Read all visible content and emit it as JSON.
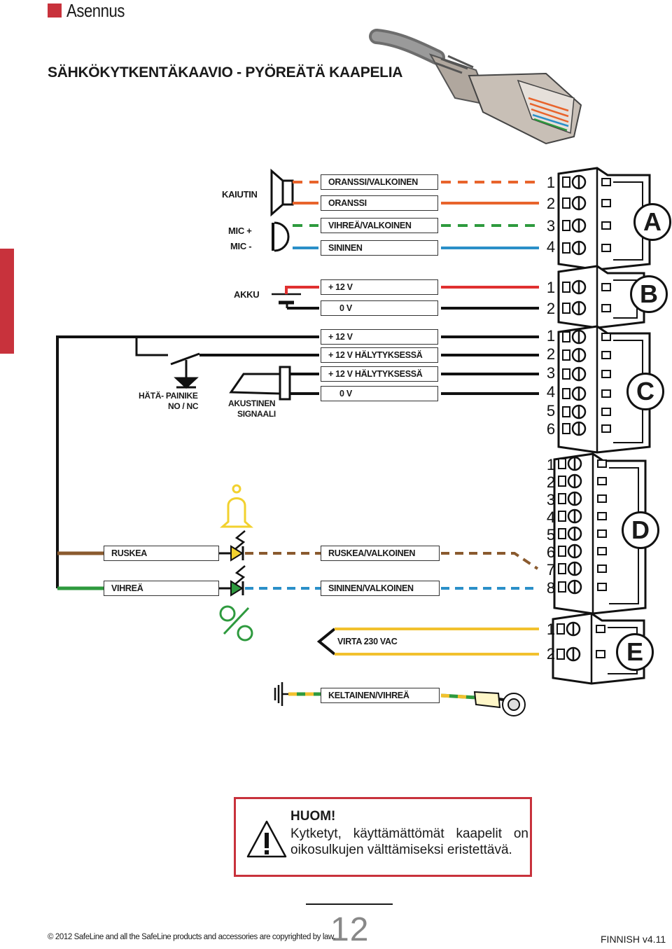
{
  "header": {
    "section": "Asennus"
  },
  "title": "SÄHKÖKYTKENTÄKAAVIO - PYÖREÄTÄ KAAPELIA",
  "devices": {
    "kaiutin": "KAIUTIN",
    "mic_plus": "MIC +",
    "mic_minus": "MIC -",
    "akku": "AKKU",
    "hata_painike_1": "HÄTÄ- PAINIKE",
    "hata_painike_2": "NO / NC",
    "akustinen_1": "AKUSTINEN",
    "akustinen_2": "SIGNAALI"
  },
  "wires": {
    "oranssi_valkoinen": "ORANSSI/VALKOINEN",
    "oranssi": "ORANSSI",
    "vihrea_valkoinen": "VIHREÄ/VALKOINEN",
    "sininen": "SININEN",
    "b_plus12": "+ 12 V",
    "b_0v": "0 V",
    "c_plus12": "+ 12 V",
    "c_halytys1": "+ 12 V HÄLYTYKSESSÄ",
    "c_halytys2": "+ 12 V HÄLYTYKSESSÄ",
    "c_0v": "0 V",
    "ruskea": "RUSKEA",
    "vihrea": "VIHREÄ",
    "ruskea_valkoinen": "RUSKEA/VALKOINEN",
    "sininen_valkoinen": "SININEN/VALKOINEN",
    "virta": "VIRTA 230 VAC",
    "keltainen_vihrea": "KELTAINEN/VIHREÄ"
  },
  "pins": {
    "a": [
      "1",
      "2",
      "3",
      "4"
    ],
    "b": [
      "1",
      "2"
    ],
    "c": [
      "1",
      "2",
      "3",
      "4",
      "5",
      "6"
    ],
    "d": [
      "1",
      "2",
      "3",
      "4",
      "5",
      "6",
      "7",
      "8"
    ],
    "e": [
      "1",
      "2"
    ]
  },
  "blocks": {
    "a": "A",
    "b": "B",
    "c": "C",
    "d": "D",
    "e": "E"
  },
  "note": {
    "title": "HUOM!",
    "text": "Kytketyt, käyttämättömät kaapelit on oikosulkujen välttämiseksi eristettävä."
  },
  "footer": {
    "copyright": "© 2012 SafeLine and all the SafeLine products and accessories are copyrighted by law.",
    "page": "12",
    "version": "FINNISH v4.11"
  },
  "colors": {
    "accent": "#c8323c",
    "orange": "#e8642c",
    "green": "#2e9a3e",
    "blue": "#2a8fc8",
    "red": "#e03030",
    "brown": "#8a5a2e",
    "yellow": "#f2c12e"
  }
}
